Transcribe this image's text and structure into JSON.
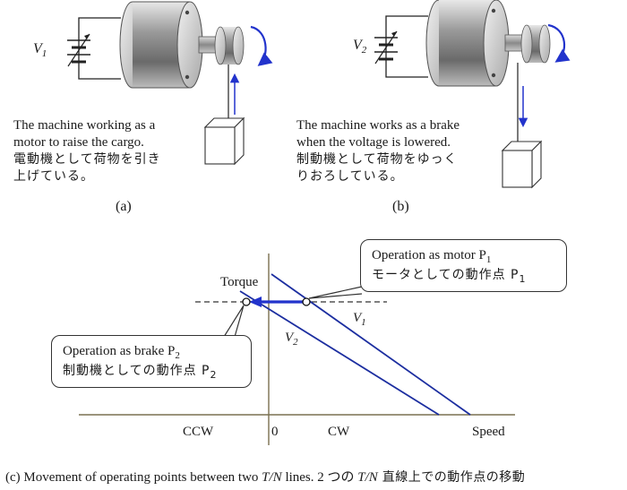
{
  "panel_a": {
    "voltage_label": "V",
    "voltage_sub": "1",
    "text_en_1": "The machine working as a",
    "text_en_2": "motor to raise the cargo.",
    "text_jp_1": "電動機として荷物を引き",
    "text_jp_2": "上げている。",
    "caption": "(a)"
  },
  "panel_b": {
    "voltage_label": "V",
    "voltage_sub": "2",
    "text_en_1": "The machine works as a brake",
    "text_en_2": "when the voltage is lowered.",
    "text_jp_1": "制動機として荷物をゆっく",
    "text_jp_2": "りおろしている。",
    "caption": "(b)"
  },
  "panel_c": {
    "torque_label": "Torque",
    "speed_label": "Speed",
    "zero_label": "0",
    "ccw_label": "CCW",
    "cw_label": "CW",
    "line_v1_label": "V",
    "line_v1_sub": "1",
    "line_v2_label": "V",
    "line_v2_sub": "2",
    "motor_callout_en": "Operation as motor  P",
    "motor_callout_en_sub": "1",
    "motor_callout_jp": "モータとしての動作点 P",
    "motor_callout_jp_sub": "1",
    "brake_callout_en": "Operation as brake P",
    "brake_callout_en_sub": "2",
    "brake_callout_jp": "制動機としての動作点 P",
    "brake_callout_jp_sub": "2",
    "caption_prefix": "(c)   Movement of operating points between two ",
    "caption_tn_1": "T/N",
    "caption_mid": " lines. 2 つの ",
    "caption_tn_2": "T/N",
    "caption_suffix": " 直線上での動作点の移動"
  },
  "colors": {
    "line_blue": "#1c2ea0",
    "arrow_blue": "#2233cc",
    "axis": "#7a7050",
    "ink": "#1a1a1a"
  }
}
